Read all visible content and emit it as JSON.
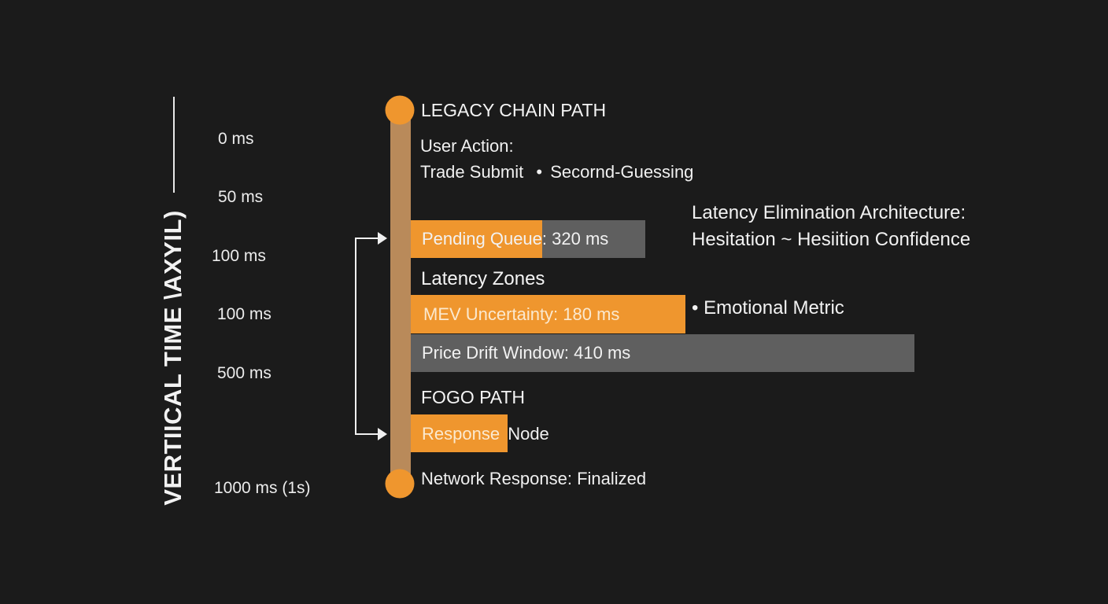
{
  "axis": {
    "title": "VERTIICAL TIME \\AXYIL)",
    "ticks": [
      "0 ms",
      "50 ms",
      "100 ms",
      "100 ms",
      "500 ms",
      "1000 ms (1s)"
    ]
  },
  "legacy": {
    "heading": "LEGACY CHAIN PATH",
    "user_action_label": "User Action:",
    "user_action_items": [
      "Trade Submit",
      "Secornd-Guessing"
    ],
    "bullet": "•"
  },
  "pending_queue": {
    "label": "Pending Queue: 320 ms",
    "value_ms": 320,
    "orange_fraction": 0.56
  },
  "zones": {
    "heading": "Latency Zones",
    "mev": {
      "label": "MEV Uncertainty: 180 ms",
      "value_ms": 180
    },
    "price_drift": {
      "label": "Price Drift Window: 410 ms",
      "value_ms": 410
    },
    "emotional_note": "• Emotional Metric"
  },
  "fogo": {
    "heading": "FOGO PATH",
    "response_highlight": "Response",
    "response_rest": "Node",
    "final": "Network Response: Finalized"
  },
  "side_title": {
    "line1": "Latency Elimination Architecture:",
    "line2": "Hesitation ~ Hesiition Confidence"
  },
  "colors": {
    "background": "#1b1b1b",
    "accent_orange": "#ef962e",
    "rail_tan": "#b98a5a",
    "bar_gray": "#5f5f5f"
  }
}
